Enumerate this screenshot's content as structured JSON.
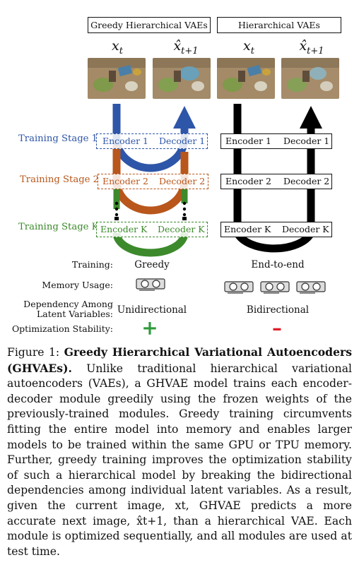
{
  "headers": {
    "left": "Greedy Hierarchical VAEs",
    "right": "Hierarchical VAEs"
  },
  "vars": {
    "current": "x",
    "current_sub": "t",
    "next": "x̂",
    "next_sub": "t+1"
  },
  "stages": [
    {
      "label": "Training Stage 1",
      "color": "#2e56a8",
      "enc": "Encoder 1",
      "dec": "Decoder 1"
    },
    {
      "label": "Training Stage 2",
      "color": "#b8561b",
      "enc": "Encoder 2",
      "dec": "Decoder 2"
    },
    {
      "label": "Training Stage K",
      "color": "#3c8a2b",
      "enc": "Encoder K",
      "dec": "Decoder K"
    }
  ],
  "table": {
    "rows": [
      {
        "label": "Training:",
        "left": "Greedy",
        "right": "End-to-end"
      },
      {
        "label": "Memory Usage:",
        "left": "",
        "right": ""
      },
      {
        "label": "Dependency Among",
        "label2": "Latent Variables:",
        "left": "Unidirectional",
        "right": "Bidirectional"
      },
      {
        "label": "Optimization Stability:",
        "left": "+",
        "right": "–"
      }
    ],
    "plus_color": "#2e9a3a",
    "minus_color": "#e0202c",
    "gpu_left_count": 1,
    "gpu_right_count": 3
  },
  "caption": {
    "prefix": "Figure 1:",
    "title": "Greedy Hierarchical Variational Autoencoders (GHVAEs).",
    "body": "Unlike traditional hierarchical variational autoencoders (VAEs), a GHVAE model trains each encoder-decoder module greedily using the frozen weights of the previously-trained modules. Greedy training circumvents fitting the entire model into memory and enables larger models to be trained within the same GPU or TPU memory. Further, greedy training improves the optimization stability of such a hierarchical model by breaking the bidirectional dependencies among individual latent variables. As a result, given the current image, xt, GHVAE predicts a more accurate next image, x̂t+1, than a hierarchical VAE. Each module is optimized sequentially, and all modules are used at test time."
  }
}
